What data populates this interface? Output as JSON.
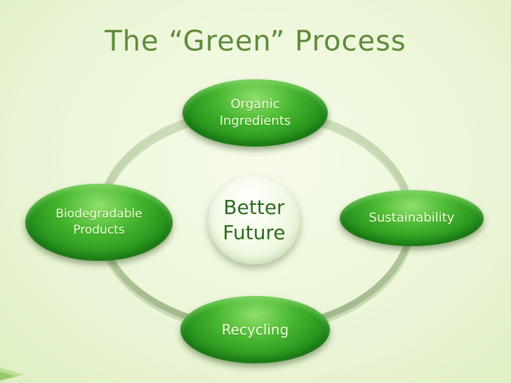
{
  "title": "The “Green” Process",
  "center": "Better\nFuture",
  "nodes": {
    "top": "Organic\nIngredients",
    "right": "Sustainability",
    "bottom": "Recycling",
    "left": "Biodegradable\nProducts"
  },
  "colors": {
    "title": "#5f8a3b",
    "node_green": "#2a9a22",
    "ring": "#b9cfa0",
    "background": "#eef7dc"
  }
}
